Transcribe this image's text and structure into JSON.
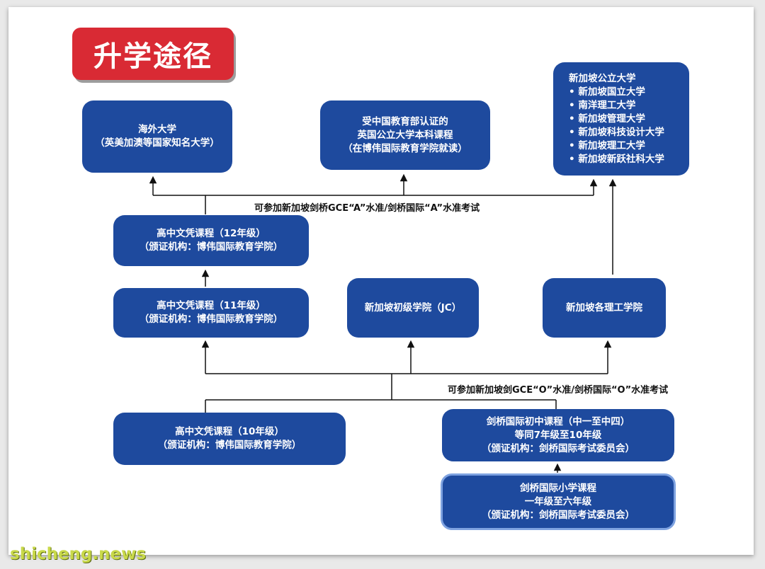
{
  "title": "升学途径",
  "boxes": {
    "overseas": [
      "海外大学",
      "（英美加澳等国家知名大学）"
    ],
    "uk_program": [
      "受中国教育部认证的",
      "英国公立大学本科课程",
      "（在博伟国际教育学院就读）"
    ],
    "sg_public": [
      "新加坡公立大学",
      "• 新加坡国立大学",
      "• 南洋理工大学",
      "• 新加坡管理大学",
      "• 新加坡科技设计大学",
      "• 新加坡理工大学",
      "• 新加坡新跃社科大学"
    ],
    "grade12": [
      "高中文凭课程（12年级）",
      "（颁证机构：博伟国际教育学院）"
    ],
    "grade11": [
      "高中文凭课程（11年级）",
      "（颁证机构：博伟国际教育学院）"
    ],
    "jc": [
      "新加坡初级学院（JC）"
    ],
    "poly": [
      "新加坡各理工学院"
    ],
    "grade10": [
      "高中文凭课程（10年级）",
      "（颁证机构：博伟国际教育学院）"
    ],
    "cambridge_secondary": [
      "剑桥国际初中课程（中一至中四）",
      "等同7年级至10年级",
      "（颁证机构：剑桥国际考试委员会）"
    ],
    "cambridge_primary": [
      "剑桥国际小学课程",
      "一年级至六年级",
      "（颁证机构：剑桥国际考试委员会）"
    ]
  },
  "notes": {
    "a_level": "可参加新加坡剑桥GCE“A”水准/剑桥国际“A”水准考试",
    "o_level": "可参加新加坡剑GCE“O”水准/剑桥国际“O”水准考试"
  },
  "colors": {
    "box_fill": "#1e4a9e",
    "title_fill": "#d92a34",
    "line": "#111111"
  },
  "watermark": "shicheng.news"
}
